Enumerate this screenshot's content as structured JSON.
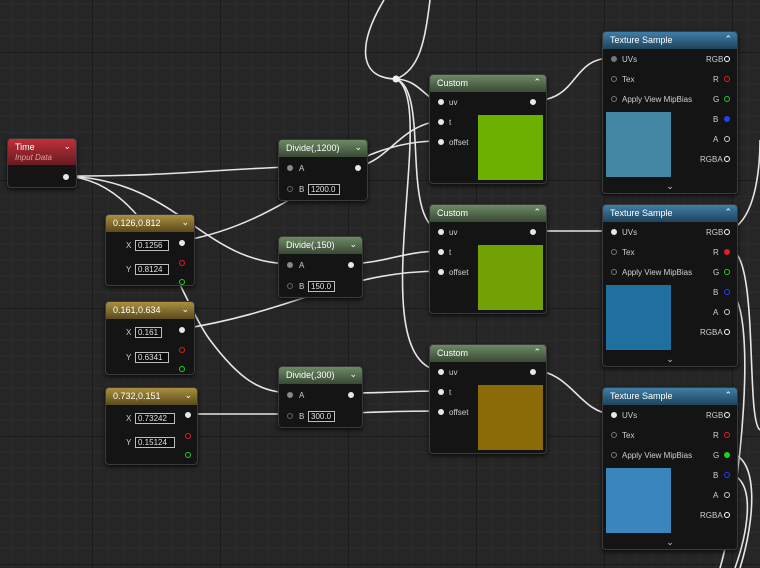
{
  "colors": {
    "custom_1": "#6cb000",
    "custom_2": "#72a206",
    "custom_3": "#8b6a08",
    "tex_1": "#4487a3",
    "tex_2": "#1f6fa0",
    "tex_3": "#3a86bc"
  },
  "time_node": {
    "title": "Time",
    "subtitle": "Input Data"
  },
  "vectors": [
    {
      "title": "0.126,0.812",
      "x_label": "X",
      "y_label": "Y",
      "x": "0.1256",
      "y": "0.8124"
    },
    {
      "title": "0.161,0.634",
      "x_label": "X",
      "y_label": "Y",
      "x": "0.161",
      "y": "0.6341"
    },
    {
      "title": "0.732,0.151",
      "x_label": "X",
      "y_label": "Y",
      "x": "0.73242",
      "y": "0.15124"
    }
  ],
  "divides": [
    {
      "title": "Divide(,1200)",
      "a_label": "A",
      "b_label": "B",
      "b_value": "1200.0"
    },
    {
      "title": "Divide(,150)",
      "a_label": "A",
      "b_label": "B",
      "b_value": "150.0"
    },
    {
      "title": "Divide(,300)",
      "a_label": "A",
      "b_label": "B",
      "b_value": "300.0"
    }
  ],
  "customs": [
    {
      "title": "Custom",
      "uv": "uv",
      "t": "t",
      "offset": "offset"
    },
    {
      "title": "Custom",
      "uv": "uv",
      "t": "t",
      "offset": "offset"
    },
    {
      "title": "Custom",
      "uv": "uv",
      "t": "t",
      "offset": "offset"
    }
  ],
  "textures": [
    {
      "title": "Texture Sample",
      "uvs": "UVs",
      "tex": "Tex",
      "apply": "Apply View MipBias",
      "rgb": "RGB",
      "r": "R",
      "g": "G",
      "b": "B",
      "a": "A",
      "rgba": "RGBA"
    },
    {
      "title": "Texture Sample",
      "uvs": "UVs",
      "tex": "Tex",
      "apply": "Apply View MipBias",
      "rgb": "RGB",
      "r": "R",
      "g": "G",
      "b": "B",
      "a": "A",
      "rgba": "RGBA"
    },
    {
      "title": "Texture Sample",
      "uvs": "UVs",
      "tex": "Tex",
      "apply": "Apply View MipBias",
      "rgb": "RGB",
      "r": "R",
      "g": "G",
      "b": "B",
      "a": "A",
      "rgba": "RGBA"
    }
  ]
}
